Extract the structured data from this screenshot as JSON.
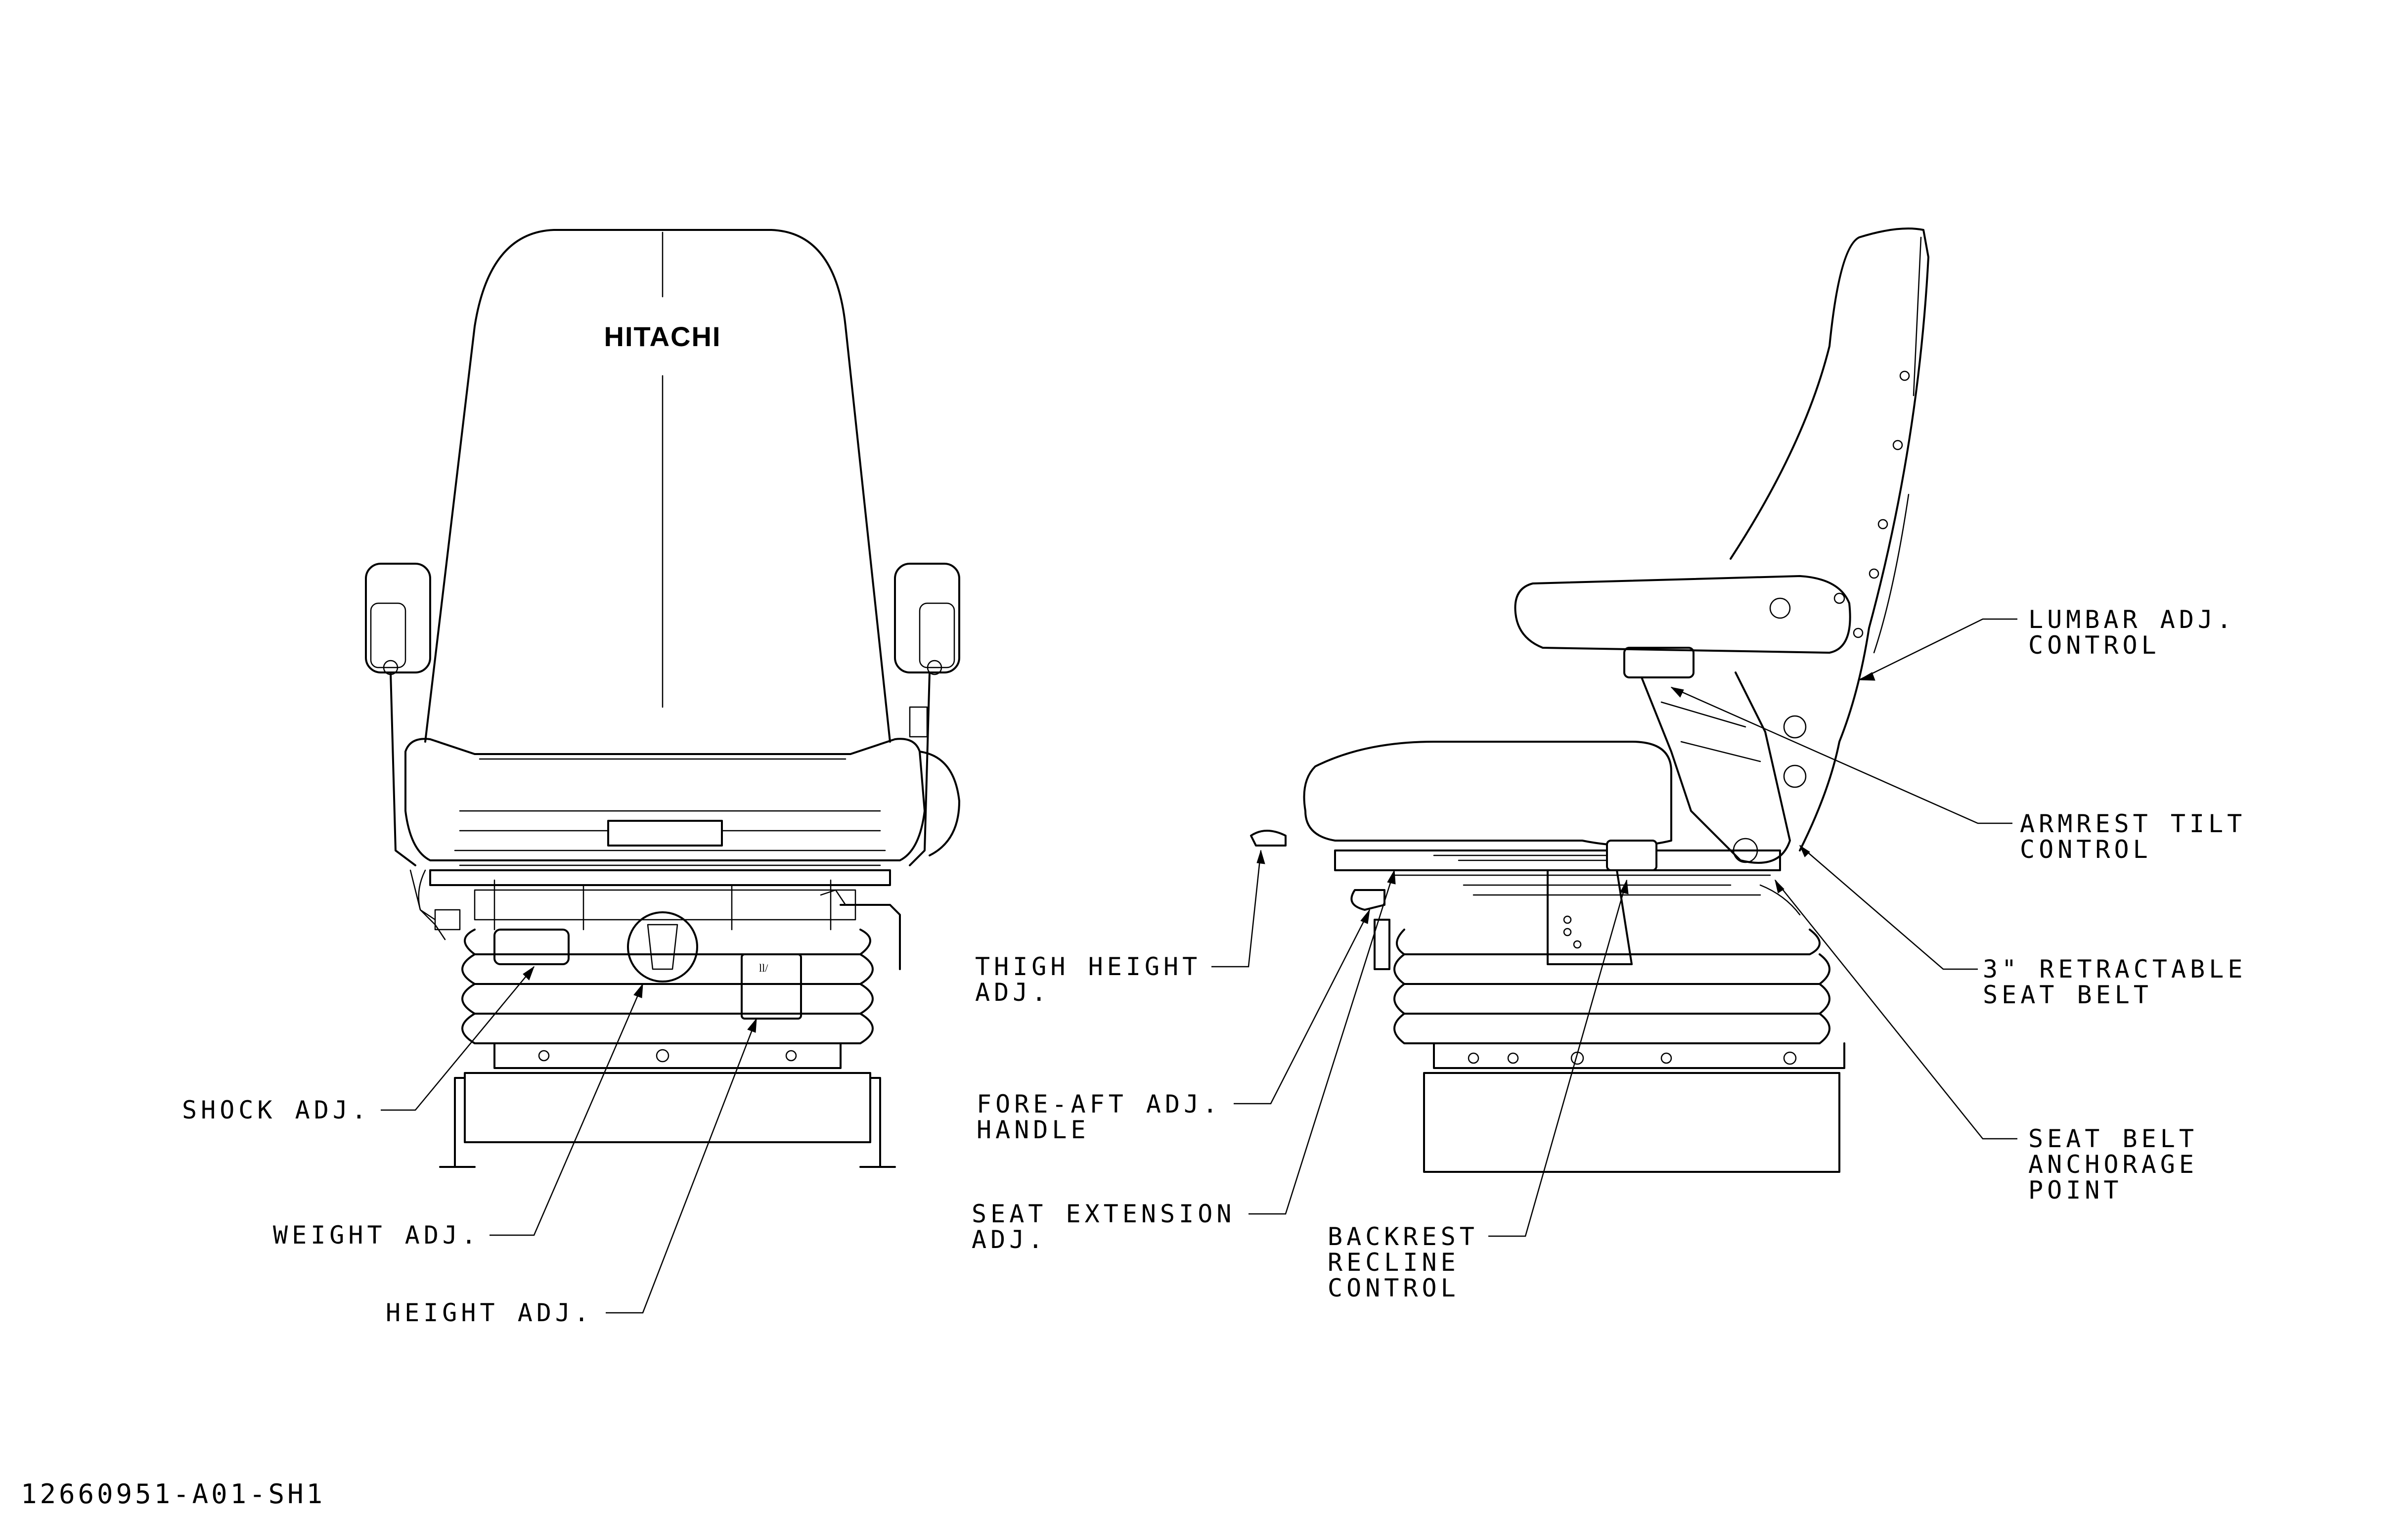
{
  "brand": "HITACHI",
  "drawing_number": "12660951-A01-SH1",
  "front_view": {
    "labels": {
      "shock": "SHOCK ADJ.",
      "weight": "WEIGHT ADJ.",
      "height": "HEIGHT ADJ."
    }
  },
  "side_view": {
    "labels": {
      "lumbar": [
        "LUMBAR ADJ.",
        "CONTROL"
      ],
      "armrest_tilt": [
        "ARMREST TILT",
        "CONTROL"
      ],
      "seat_belt": [
        "3\" RETRACTABLE",
        "SEAT BELT"
      ],
      "anchorage": [
        "SEAT BELT",
        "ANCHORAGE",
        "POINT"
      ],
      "thigh": [
        "THIGH HEIGHT",
        "ADJ."
      ],
      "fore_aft": [
        "FORE-AFT ADJ.",
        "HANDLE"
      ],
      "extension": [
        "SEAT EXTENSION",
        "ADJ."
      ],
      "backrest": [
        "BACKREST",
        "RECLINE",
        "CONTROL"
      ]
    }
  }
}
